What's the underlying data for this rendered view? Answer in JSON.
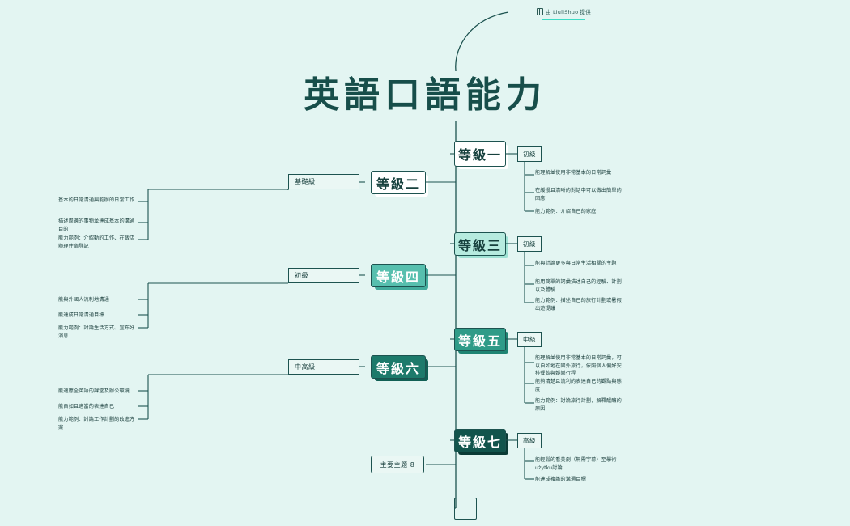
{
  "canvas": {
    "background": "#e3f5f2",
    "ink": "#1d5350"
  },
  "credit": {
    "text": "由 LiuliShuo 提供",
    "icon": "book-icon",
    "underline_color": "#3ddbc4"
  },
  "title": "英語口語能力",
  "bottom_node": {
    "label": ""
  },
  "levels": [
    {
      "id": "level-1",
      "label": "等級一",
      "badge": "初級",
      "fill": "#ffffff",
      "text_color": "#16403d",
      "shadow": "#ffffff",
      "details": [
        "能理解並使用非常基本的日常詞彙",
        "在緩慢且清晰的對話中可以做出簡單的回應",
        "能力範例：介紹自己的家庭"
      ]
    },
    {
      "id": "level-2",
      "label": "等級二",
      "badge": "",
      "fill": "#ffffff",
      "text_color": "#16403d",
      "shadow": "#ffffff",
      "details": []
    },
    {
      "id": "level-3",
      "label": "等級三",
      "badge": "初級",
      "fill": "#b6ebdf",
      "text_color": "#16403d",
      "shadow": "#9fe2d4",
      "details": [
        "能與計論更多與日常生活相關的主題",
        "能用簡單的詞彙描述自己的經驗、計劃以及體驗",
        "能力範例：描述自己的旅行計劃或暑假出遊提議"
      ]
    },
    {
      "id": "level-4",
      "label": "等級四",
      "badge": "",
      "fill": "#57bfae",
      "text_color": "#ffffff",
      "shadow": "#43ab9c",
      "details": []
    },
    {
      "id": "level-5",
      "label": "等級五",
      "badge": "中級",
      "fill": "#2f9b88",
      "text_color": "#ffffff",
      "shadow": "#1f8473",
      "details": [
        "能理解並使用非常基本的日常詞彙，可以自如地在國外旅行，依照個人偏好安排餐飲與娛樂行程",
        "能夠清楚且流利的表達自己的觀點與態度",
        "能力範例：討論旅行計劃，解釋醞釀的原因"
      ]
    },
    {
      "id": "level-6",
      "label": "等級六",
      "badge": "",
      "fill": "#1d7a6b",
      "text_color": "#ffffff",
      "shadow": "#116055",
      "details": []
    },
    {
      "id": "level-7",
      "label": "等級七",
      "badge": "高級",
      "fill": "#12544c",
      "text_color": "#ffffff",
      "shadow": "#0b3b36",
      "details": [
        "能輕鬆的看美劇（無需字幕）至學術użytku討論",
        "能達成複雜的溝通目標"
      ]
    }
  ],
  "left_groups": [
    {
      "id": "group-basic",
      "label": "基礎級",
      "details": [
        "基本的日常溝通與能辦的日常工作",
        "描述周邊的事物並達成基本的溝通目的",
        "能力範例：介紹動的工作、在飯店辦理住宿登記"
      ]
    },
    {
      "id": "group-beginner",
      "label": "初級",
      "details": [
        "能與外國人流利地溝通",
        "能達成日常溝通目標",
        "能力範例：討論生活方式、宣布好消息"
      ]
    },
    {
      "id": "group-upper",
      "label": "中高級",
      "details": [
        "能適應全英語的課堂及辦公環境",
        "能自如且適當的表達自己",
        "能力範例：討論工作計劃的改進方案"
      ]
    }
  ],
  "main_topic": {
    "label": "主要主題 8"
  }
}
